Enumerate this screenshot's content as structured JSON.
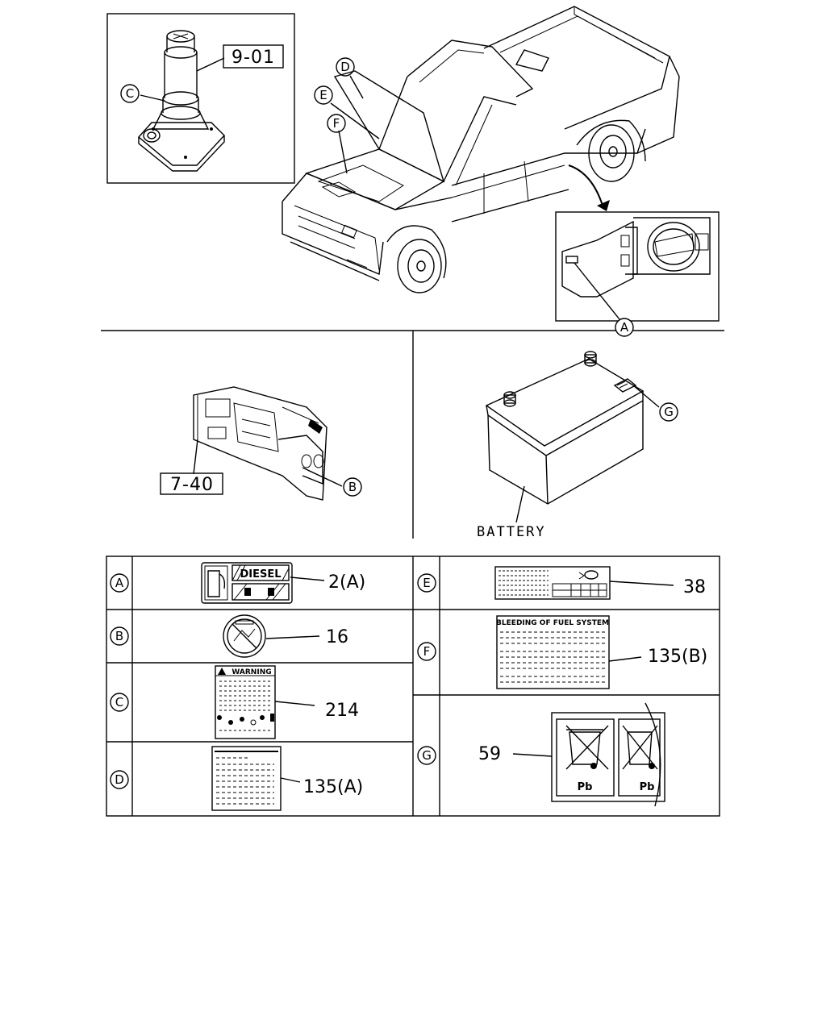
{
  "callouts": {
    "A": "A",
    "B": "B",
    "C": "C",
    "D": "D",
    "E": "E",
    "F": "F",
    "G": "G"
  },
  "refs": {
    "jack": "9-01",
    "dash": "7-40"
  },
  "battery_label": "BATTERY",
  "table": {
    "rows": [
      {
        "key": "A",
        "part": "2(A)",
        "label_text": "DIESEL"
      },
      {
        "key": "B",
        "part": "16"
      },
      {
        "key": "C",
        "part": "214",
        "label_text": "WARNING"
      },
      {
        "key": "D",
        "part": "135(A)"
      },
      {
        "key": "E",
        "part": "38"
      },
      {
        "key": "F",
        "part": "135(B)",
        "label_text": "BLEEDING OF FUEL SYSTEM"
      },
      {
        "key": "G",
        "part": "59",
        "label_text": "Pb",
        "label_text_2": "Pb"
      }
    ]
  }
}
